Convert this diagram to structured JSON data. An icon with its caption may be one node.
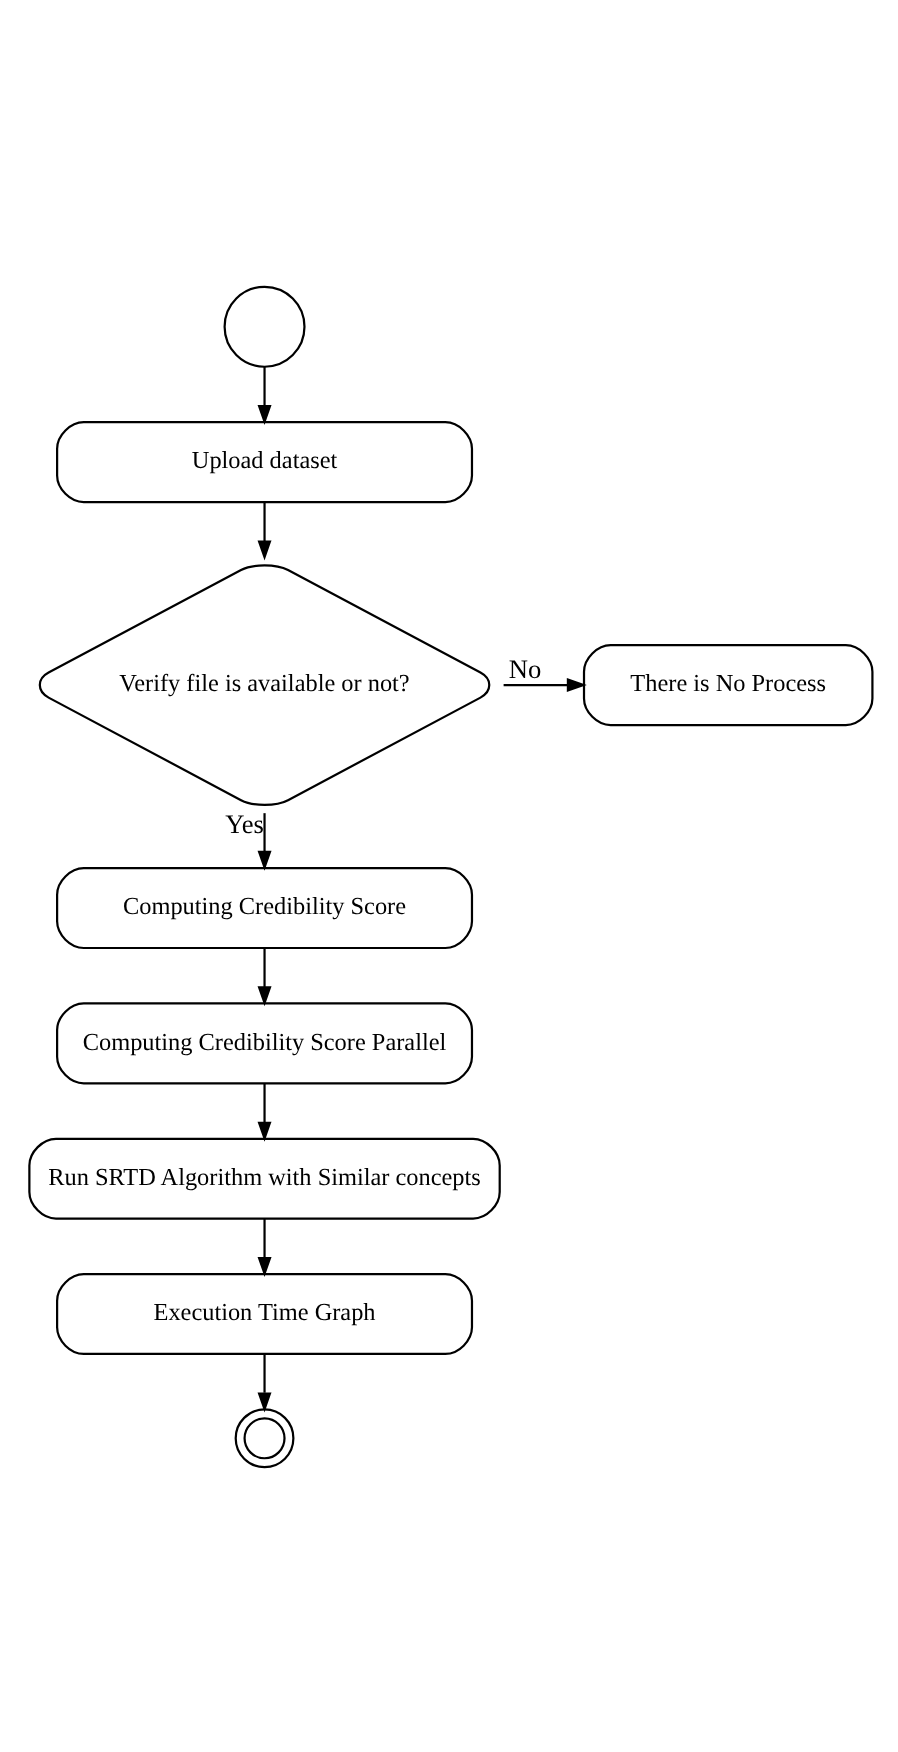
{
  "diagram": {
    "nodes": [
      {
        "text": [],
        "shape": "circle"
      },
      {
        "text": [
          "Upload dataset"
        ]
      },
      {
        "text": [
          "Verify file is available or not?"
        ]
      },
      {
        "text": [
          "There is No Process"
        ]
      },
      {
        "text": [
          "Computing Credibility Score"
        ]
      },
      {
        "text": [
          "Computing Credibility Score Parallel"
        ]
      },
      {
        "text": [
          "Run SRTD Algorithm with Similar concepts"
        ]
      },
      {
        "text": [
          "Execution Time Graph"
        ]
      },
      {
        "text": [],
        "shape": "ellipse"
      }
    ],
    "edges": [
      {
        "from": 0,
        "to": 1,
        "arrow": "to"
      },
      {
        "from": 1,
        "to": 2,
        "arrow": "to"
      },
      {
        "from": 2,
        "to": 3,
        "arrow": "to",
        "label": "No"
      },
      {
        "from": 2,
        "to": 4,
        "arrow": "to",
        "label": "Yes"
      },
      {
        "from": 4,
        "to": 5,
        "arrow": "to"
      },
      {
        "from": 5,
        "to": 6,
        "arrow": "to"
      },
      {
        "from": 6,
        "to": 7,
        "arrow": "to"
      },
      {
        "from": 7,
        "to": 8,
        "arrow": "to"
      }
    ]
  }
}
